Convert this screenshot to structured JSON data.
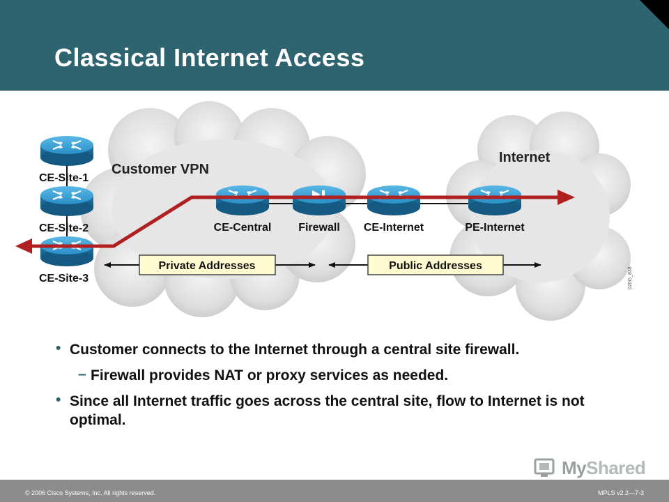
{
  "slide": {
    "title": "Classical Internet Access"
  },
  "diagram": {
    "clouds": {
      "customer": "Customer VPN",
      "internet": "Internet"
    },
    "routers": [
      "CE-Site-1",
      "CE-Site-2",
      "CE-Site-3",
      "CE-Central",
      "Firewall",
      "CE-Internet",
      "PE-Internet"
    ],
    "address_ranges": {
      "private": "Private Addresses",
      "public": "Public Addresses"
    },
    "figure_id": "020G_838",
    "colors": {
      "flow_arrow": "#b02020",
      "label_box": "#fffbd0",
      "router": "#2a8fc7"
    }
  },
  "bullets": [
    {
      "level": 1,
      "marker": "•",
      "text": "Customer connects to the Internet through a central site firewall."
    },
    {
      "level": 2,
      "marker": "–",
      "text": "Firewall provides NAT or proxy services as needed."
    },
    {
      "level": 1,
      "marker": "•",
      "text": "Since all Internet traffic goes across the central site, flow to Internet is not optimal."
    }
  ],
  "footer": {
    "copyright": "© 2006 Cisco Systems, Inc. All rights reserved.",
    "version": "MPLS v2.2—7-3"
  },
  "logo": {
    "part1": "My",
    "part2": "Shared"
  }
}
